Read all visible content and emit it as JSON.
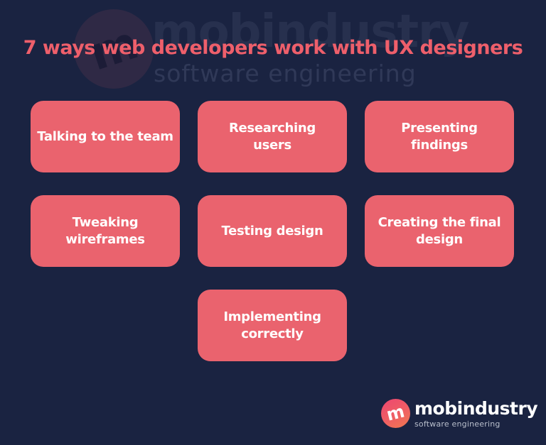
{
  "title": "7 ways web developers work with UX designers",
  "colors": {
    "background": "#1a2341",
    "card": "#ea636e",
    "title": "#ee5f6b",
    "card_text": "#ffffff",
    "logo_gradient_start": "#ee4a6e",
    "logo_gradient_end": "#f0794f"
  },
  "watermark": {
    "mark": "m",
    "brand": "mobindustry",
    "tagline": "software engineering"
  },
  "cards": [
    {
      "label": "Talking to the team"
    },
    {
      "label": "Researching\nusers"
    },
    {
      "label": "Presenting\nfindings"
    },
    {
      "label": "Tweaking\nwireframes"
    },
    {
      "label": "Testing design"
    },
    {
      "label": "Creating the final\ndesign"
    },
    {
      "label": "Implementing\ncorrectly"
    }
  ],
  "logo": {
    "mark": "m",
    "brand": "mobindustry",
    "tagline": "software engineering"
  }
}
